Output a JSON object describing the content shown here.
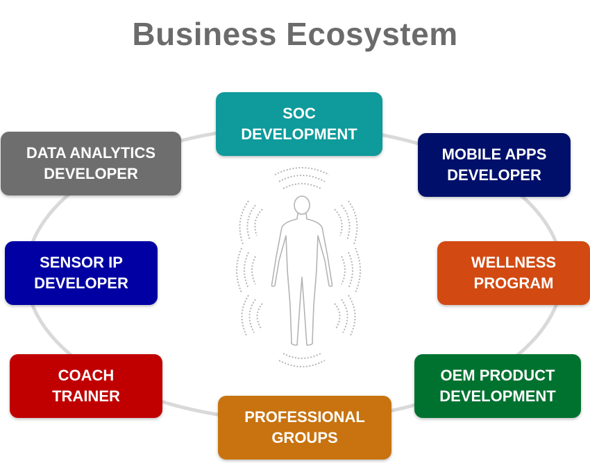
{
  "title": "Business Ecosystem",
  "colors": {
    "title": "#6b6b6b",
    "ring": "#d9d9d9",
    "figure": "#b3b3b3",
    "soc": "#0f9a9b",
    "data": "#6e6e6e",
    "mobile": "#00106a",
    "sensor": "#0000a3",
    "wellness": "#d24a12",
    "coach": "#c00000",
    "oem": "#007230",
    "professional": "#c8730f"
  },
  "icons": {
    "figure": "human-body-with-sensor-waves-icon"
  },
  "nodes": {
    "soc": [
      "SOC",
      "DEVELOPMENT"
    ],
    "data": [
      "DATA ANALYTICS",
      "DEVELOPER"
    ],
    "mobile": [
      "MOBILE APPS",
      "DEVELOPER"
    ],
    "sensor": [
      "SENSOR IP",
      "DEVELOPER"
    ],
    "wellness": [
      "WELLNESS",
      "PROGRAM"
    ],
    "coach": [
      "COACH",
      "TRAINER"
    ],
    "oem": [
      "OEM PRODUCT",
      "DEVELOPMENT"
    ],
    "professional": [
      "PROFESSIONAL",
      "GROUPS"
    ]
  }
}
